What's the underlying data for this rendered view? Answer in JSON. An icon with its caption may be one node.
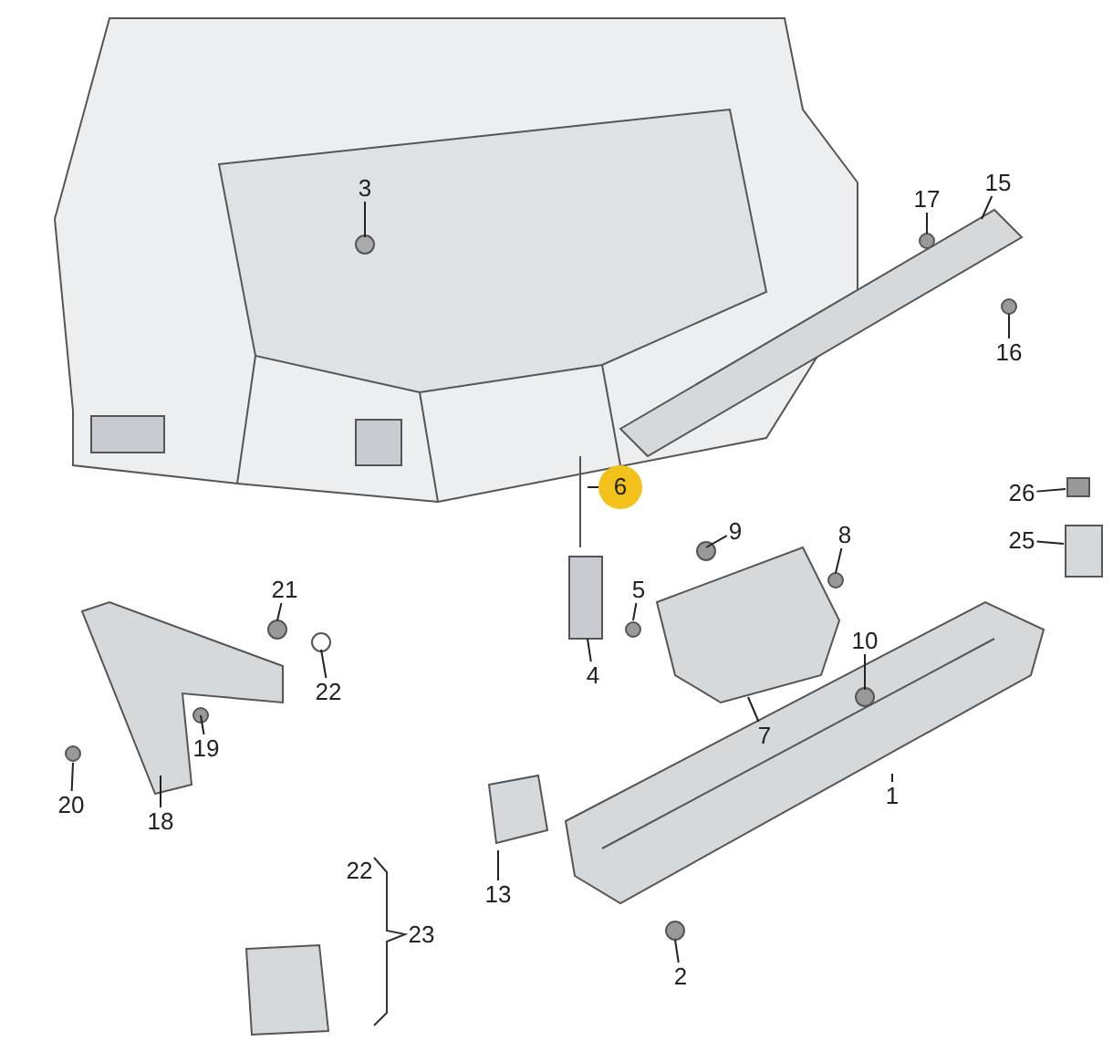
{
  "diagram": {
    "nodes": [
      {
        "text": [
          "3"
        ]
      },
      {
        "text": [
          "17"
        ]
      },
      {
        "text": [
          "15"
        ]
      },
      {
        "text": [
          "16"
        ]
      },
      {
        "text": [
          "6"
        ]
      },
      {
        "text": [
          "26"
        ]
      },
      {
        "text": [
          "9"
        ]
      },
      {
        "text": [
          "8"
        ]
      },
      {
        "text": [
          "25"
        ]
      },
      {
        "text": [
          "21"
        ]
      },
      {
        "text": [
          "5"
        ]
      },
      {
        "text": [
          "22"
        ]
      },
      {
        "text": [
          "10"
        ]
      },
      {
        "text": [
          "4"
        ]
      },
      {
        "text": [
          "7"
        ]
      },
      {
        "text": [
          "19"
        ]
      },
      {
        "text": [
          "20"
        ]
      },
      {
        "text": [
          "18"
        ]
      },
      {
        "text": [
          "1"
        ]
      },
      {
        "text": [
          "22"
        ]
      },
      {
        "text": [
          "13"
        ]
      },
      {
        "text": [
          "23"
        ]
      },
      {
        "text": [
          "2"
        ]
      },
      {
        "text": [],
        "shape": "picture"
      },
      {
        "text": [],
        "shape": "circle"
      }
    ],
    "edges": [
      {
        "from": 0,
        "to": null,
        "arrow": "none"
      },
      {
        "from": 1,
        "to": null,
        "arrow": "none"
      },
      {
        "from": 2,
        "to": null,
        "arrow": "none"
      },
      {
        "from": 3,
        "to": null,
        "arrow": "none"
      },
      {
        "from": 4,
        "to": null,
        "arrow": "none"
      },
      {
        "from": 5,
        "to": null,
        "arrow": "none"
      },
      {
        "from": 6,
        "to": null,
        "arrow": "none"
      },
      {
        "from": 7,
        "to": 24,
        "arrow": "none"
      },
      {
        "from": 8,
        "to": null,
        "arrow": "none"
      },
      {
        "from": 9,
        "to": null,
        "arrow": "none"
      },
      {
        "from": 10,
        "to": null,
        "arrow": "none"
      },
      {
        "from": 11,
        "to": null,
        "arrow": "none"
      },
      {
        "from": 12,
        "to": null,
        "arrow": "none"
      },
      {
        "from": 13,
        "to": null,
        "arrow": "none"
      },
      {
        "from": 14,
        "to": 23,
        "arrow": "none"
      },
      {
        "from": 15,
        "to": null,
        "arrow": "none"
      },
      {
        "from": 16,
        "to": null,
        "arrow": "none"
      },
      {
        "from": 17,
        "to": null,
        "arrow": "none"
      },
      {
        "from": 18,
        "to": null,
        "arrow": "none"
      },
      {
        "from": 20,
        "to": null,
        "arrow": "none"
      },
      {
        "from": 22,
        "to": null,
        "arrow": "none"
      }
    ]
  }
}
